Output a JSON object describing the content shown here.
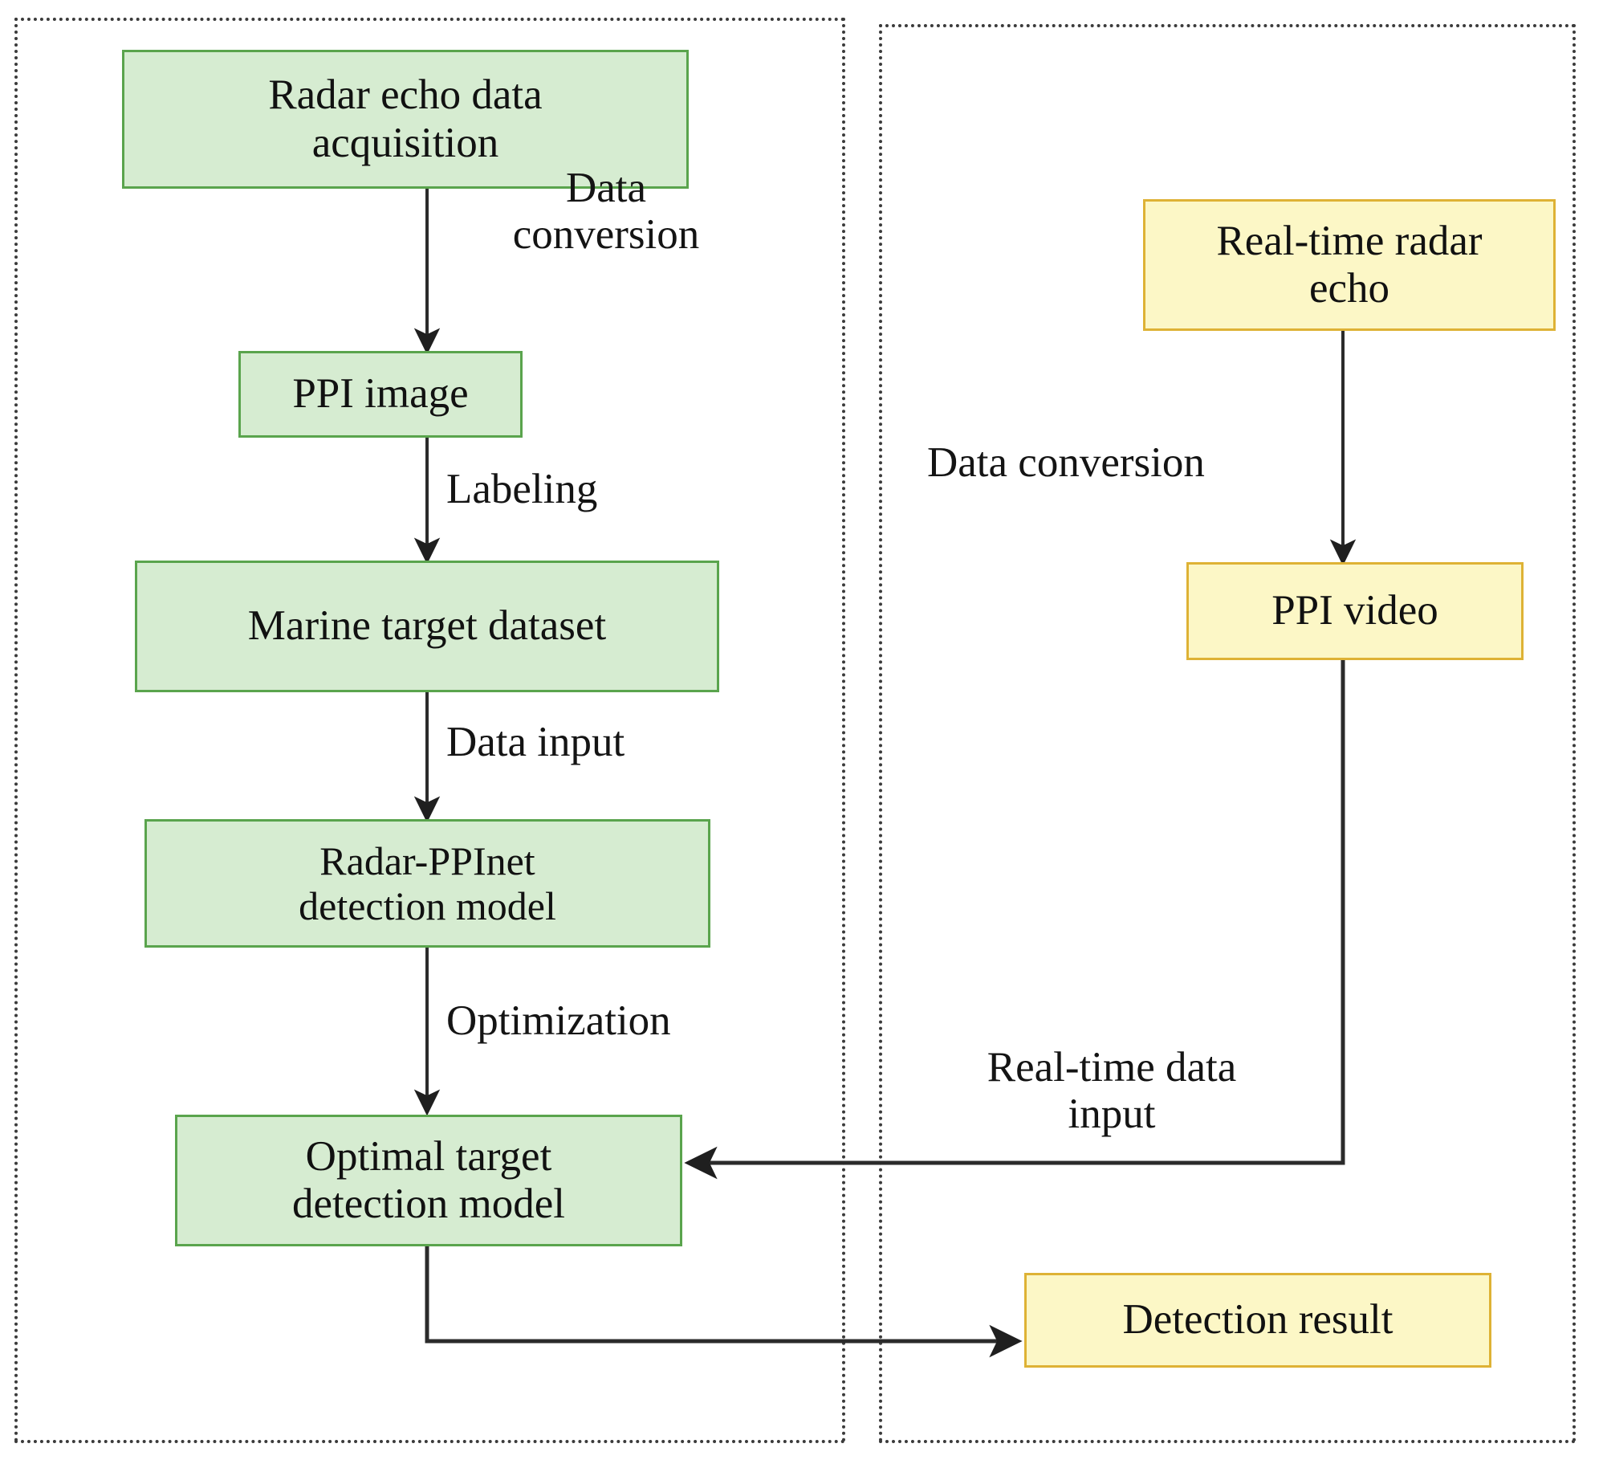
{
  "diagram": {
    "title": "Radar marine target detection workflow",
    "colors": {
      "green_fill": "#d6ecd1",
      "green_border": "#5aa44d",
      "yellow_fill": "#fcf7c6",
      "yellow_border": "#deb235",
      "panel_border": "#3b3b3b",
      "wire": "#2b2b2b"
    },
    "panels": [
      {
        "id": "offline",
        "label": ""
      },
      {
        "id": "online",
        "label": ""
      }
    ],
    "nodes": {
      "radar_echo_data_acquisition": "Radar echo data\nacquisition",
      "ppi_image": "PPI image",
      "marine_target_dataset": "Marine target dataset",
      "radar_ppinet_detection_model": "Radar-PPInet\ndetection model",
      "optimal_target_detection_model": "Optimal target\ndetection model",
      "real_time_radar_echo": "Real-time radar\necho",
      "ppi_video": "PPI video",
      "detection_result": "Detection result"
    },
    "edges": {
      "data_conversion_left": "Data\nconversion",
      "labeling": "Labeling",
      "data_input": "Data input",
      "optimization": "Optimization",
      "data_conversion_right": "Data conversion",
      "real_time_data_input": "Real-time data\ninput"
    }
  }
}
